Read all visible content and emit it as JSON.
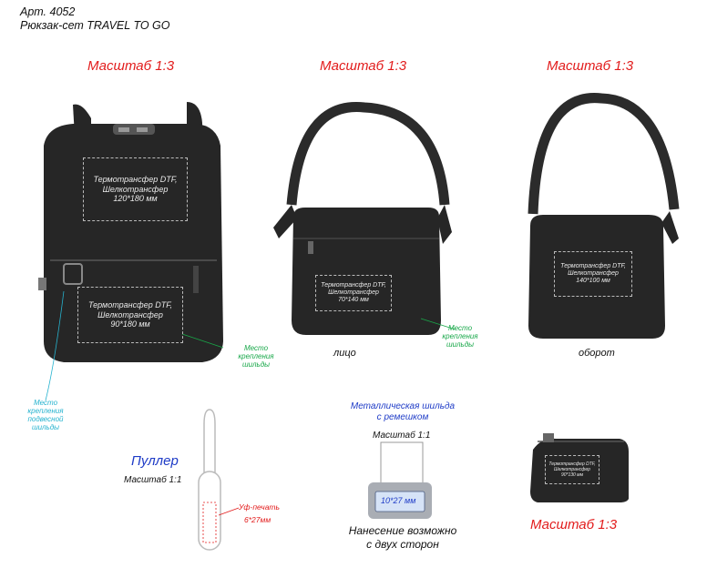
{
  "header": {
    "article": "Арт. 4052",
    "name": "Рюкзак-сет TRAVEL TO GO"
  },
  "scales": {
    "backpack": "Масштаб 1:3",
    "bag_front": "Масштаб 1:3",
    "bag_back": "Масштаб 1:3",
    "pouch": "Масштаб 1:3",
    "puller": "Масштаб 1:1",
    "plate": "Масштаб 1:1"
  },
  "backpack": {
    "zone_top": [
      "Термотрансфер DTF,",
      "Шелкотрансфер",
      "120*180 мм"
    ],
    "zone_bottom": [
      "Термотрансфер DTF,",
      "Шелкотрансфер",
      "90*180 мм"
    ],
    "plate_label": [
      "Место",
      "крепления",
      "шильды"
    ],
    "hang_plate_label": [
      "Место",
      "крепления",
      "подвесной",
      "шильды"
    ]
  },
  "bag_front": {
    "zone": [
      "Термотрансфер DTF,",
      "Шелкотрансфер",
      "70*140 мм"
    ],
    "plate_label": [
      "Место",
      "крепления",
      "шильды"
    ],
    "caption": "лицо"
  },
  "bag_back": {
    "zone": [
      "Термотрансфер DTF,",
      "Шелкотрансфер",
      "140*100 мм"
    ],
    "caption": "оборот"
  },
  "puller": {
    "title": "Пуллер",
    "uv_label": "Уф-печать",
    "uv_size": "6*27мм"
  },
  "plate": {
    "title": [
      "Металлическая шильда",
      "с ремешком"
    ],
    "size": "10*27 мм",
    "note": [
      "Нанесение возможно",
      "с двух сторон"
    ]
  },
  "pouch": {
    "zone": [
      "Термотрансфер DTF,",
      "Шелкотрансфер",
      "90*130 мм"
    ]
  },
  "colors": {
    "scale_red": "#e21b1b",
    "label_green": "#19a84a",
    "label_cyan": "#27b3cf",
    "title_blue": "#1f3cc7",
    "product": "#262626"
  }
}
